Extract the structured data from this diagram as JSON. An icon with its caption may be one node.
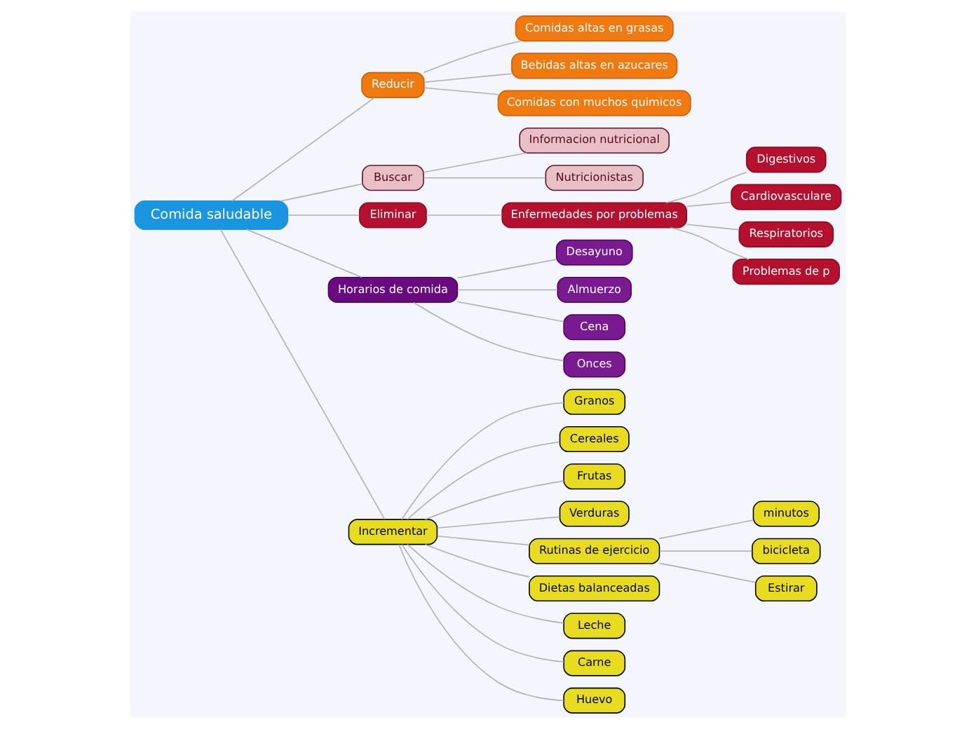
{
  "diagram": {
    "nodes": [
      {
        "text": [
          "Comida saludable"
        ]
      },
      {
        "text": [
          "Reducir"
        ]
      },
      {
        "text": [
          "Comidas altas en grasas"
        ]
      },
      {
        "text": [
          "Bebidas altas en azucares"
        ]
      },
      {
        "text": [
          "Comidas con muchos quimicos"
        ]
      },
      {
        "text": [
          "Buscar"
        ]
      },
      {
        "text": [
          "Informacion nutricional"
        ]
      },
      {
        "text": [
          "Nutricionistas"
        ]
      },
      {
        "text": [
          "Eliminar"
        ]
      },
      {
        "text": [
          "Enfermedades por problemas"
        ]
      },
      {
        "text": [
          "Digestivos"
        ]
      },
      {
        "text": [
          "Cardiovasculare"
        ]
      },
      {
        "text": [
          "Respiratorios"
        ]
      },
      {
        "text": [
          "Problemas de p"
        ]
      },
      {
        "text": [
          "Horarios de comida"
        ]
      },
      {
        "text": [
          "Desayuno"
        ]
      },
      {
        "text": [
          "Almuerzo"
        ]
      },
      {
        "text": [
          "Cena"
        ]
      },
      {
        "text": [
          "Onces"
        ]
      },
      {
        "text": [
          "Incrementar"
        ]
      },
      {
        "text": [
          "Granos"
        ]
      },
      {
        "text": [
          "Cereales"
        ]
      },
      {
        "text": [
          "Frutas"
        ]
      },
      {
        "text": [
          "Verduras"
        ]
      },
      {
        "text": [
          "Rutinas de ejercicio"
        ]
      },
      {
        "text": [
          "minutos"
        ]
      },
      {
        "text": [
          "bicicleta"
        ]
      },
      {
        "text": [
          "Estirar"
        ]
      },
      {
        "text": [
          "Dietas balanceadas"
        ]
      },
      {
        "text": [
          "Leche"
        ]
      },
      {
        "text": [
          "Carne"
        ]
      },
      {
        "text": [
          "Huevo"
        ]
      }
    ],
    "edges": [
      {
        "from": 0,
        "to": 1,
        "arrow": "none"
      },
      {
        "from": 1,
        "to": 2,
        "arrow": "none"
      },
      {
        "from": 1,
        "to": 3,
        "arrow": "none"
      },
      {
        "from": 1,
        "to": 4,
        "arrow": "none"
      },
      {
        "from": 0,
        "to": 5,
        "arrow": "none"
      },
      {
        "from": 5,
        "to": 6,
        "arrow": "none"
      },
      {
        "from": 5,
        "to": 7,
        "arrow": "none"
      },
      {
        "from": 0,
        "to": 8,
        "arrow": "none"
      },
      {
        "from": 8,
        "to": 9,
        "arrow": "none"
      },
      {
        "from": 9,
        "to": 10,
        "arrow": "none"
      },
      {
        "from": 9,
        "to": 11,
        "arrow": "none"
      },
      {
        "from": 9,
        "to": 12,
        "arrow": "none"
      },
      {
        "from": 9,
        "to": 13,
        "arrow": "none"
      },
      {
        "from": 0,
        "to": 14,
        "arrow": "none"
      },
      {
        "from": 14,
        "to": 15,
        "arrow": "none"
      },
      {
        "from": 14,
        "to": 16,
        "arrow": "none"
      },
      {
        "from": 14,
        "to": 17,
        "arrow": "none"
      },
      {
        "from": 14,
        "to": 18,
        "arrow": "none"
      },
      {
        "from": 0,
        "to": 19,
        "arrow": "none"
      },
      {
        "from": 19,
        "to": 20,
        "arrow": "none"
      },
      {
        "from": 19,
        "to": 21,
        "arrow": "none"
      },
      {
        "from": 19,
        "to": 22,
        "arrow": "none"
      },
      {
        "from": 19,
        "to": 23,
        "arrow": "none"
      },
      {
        "from": 19,
        "to": 24,
        "arrow": "none"
      },
      {
        "from": 24,
        "to": 25,
        "arrow": "none"
      },
      {
        "from": 24,
        "to": 26,
        "arrow": "none"
      },
      {
        "from": 24,
        "to": 27,
        "arrow": "none"
      },
      {
        "from": 19,
        "to": 28,
        "arrow": "none"
      },
      {
        "from": 19,
        "to": 29,
        "arrow": "none"
      },
      {
        "from": 19,
        "to": 30,
        "arrow": "none"
      },
      {
        "from": 19,
        "to": 31,
        "arrow": "none"
      }
    ]
  }
}
